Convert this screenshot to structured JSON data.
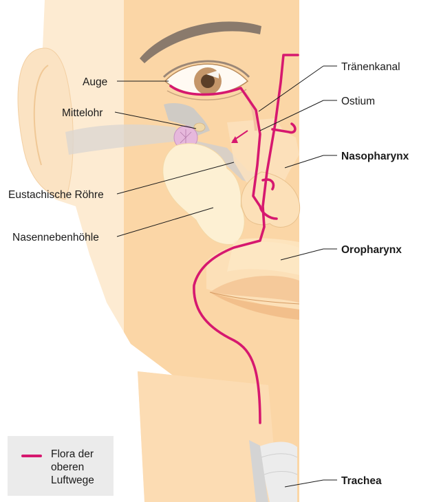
{
  "labels": {
    "auge": "Auge",
    "mittelohr": "Mittelohr",
    "eustachische_roehre": "Eustachische Röhre",
    "nasennebenhoehle": "Nasennebenhöhle",
    "traenenkanal": "Tränenkanal",
    "ostium": "Ostium",
    "nasopharynx": "Nasopharynx",
    "oropharynx": "Oropharynx",
    "trachea": "Trachea"
  },
  "legend": {
    "text": "Flora der\noberen\nLuftwege"
  },
  "colors": {
    "flora": "#d6186f",
    "skin_inner": "#fbd9ac",
    "skin_outer": "#fde9cd",
    "sinus": "#fdf0d3",
    "legend_bg": "#ebebeb"
  }
}
